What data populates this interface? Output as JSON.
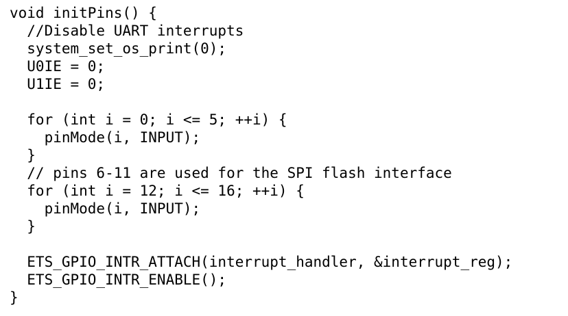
{
  "code": {
    "lines": [
      "void initPins() {",
      "  //Disable UART interrupts",
      "  system_set_os_print(0);",
      "  U0IE = 0;",
      "  U1IE = 0;",
      "",
      "  for (int i = 0; i <= 5; ++i) {",
      "    pinMode(i, INPUT);",
      "  }",
      "  // pins 6-11 are used for the SPI flash interface",
      "  for (int i = 12; i <= 16; ++i) {",
      "    pinMode(i, INPUT);",
      "  }",
      "",
      "  ETS_GPIO_INTR_ATTACH(interrupt_handler, &interrupt_reg);",
      "  ETS_GPIO_INTR_ENABLE();",
      "}"
    ]
  }
}
